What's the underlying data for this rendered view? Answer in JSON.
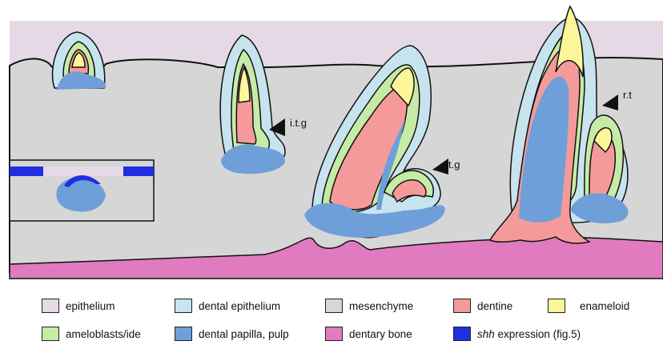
{
  "colors": {
    "epithelium": "#e6d9e6",
    "dental_epithelium": "#c7e3ee",
    "mesenchyme": "#d6d6d6",
    "dentine": "#f59a9a",
    "enameloid": "#fdf59a",
    "ameloblasts": "#c6eba6",
    "papilla": "#6f9fd8",
    "bone": "#e07bc0",
    "shh": "#1f2fe0",
    "outline": "#111111"
  },
  "labels": {
    "itg": "i.t.g",
    "tg": "t.g",
    "rt": "r.t"
  },
  "legend": [
    {
      "key": "epithelium",
      "label": "epithelium"
    },
    {
      "key": "dental_epithelium",
      "label": "dental epithelium"
    },
    {
      "key": "mesenchyme",
      "label": "mesenchyme"
    },
    {
      "key": "dentine",
      "label": "dentine"
    },
    {
      "key": "enameloid",
      "label": "enameloid"
    },
    {
      "key": "ameloblasts",
      "label": "ameloblasts/ide"
    },
    {
      "key": "papilla",
      "label": "dental papilla, pulp"
    },
    {
      "key": "bone",
      "label": "dentary bone"
    },
    {
      "key": "shh",
      "label_italic": "shh",
      "label": "expression (fig.5)"
    }
  ]
}
